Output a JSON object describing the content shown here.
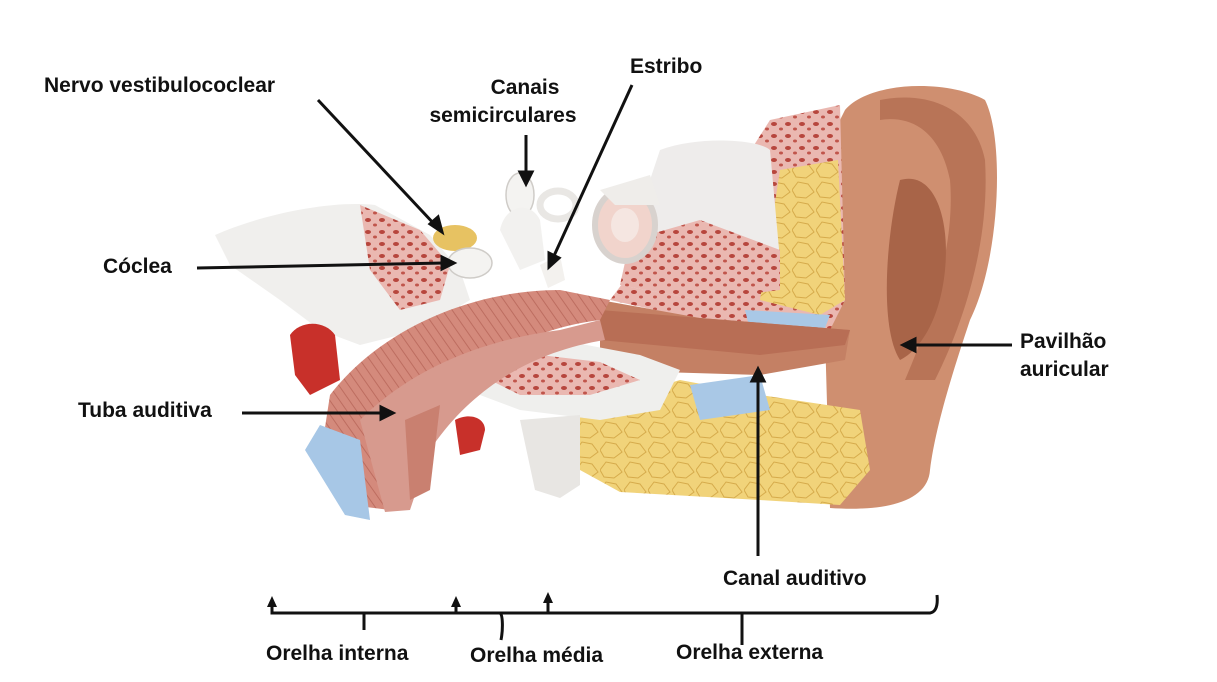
{
  "labels": {
    "nervo": "Nervo vestibulococlear",
    "canais_l1": "Canais",
    "canais_l2": "semicirculares",
    "estribo": "Estribo",
    "coclea": "Cóclea",
    "tuba": "Tuba auditiva",
    "pavilhao_l1": "Pavilhão",
    "pavilhao_l2": "auricular",
    "canal": "Canal auditivo"
  },
  "regions": {
    "interna": "Orelha interna",
    "media": "Orelha média",
    "externa": "Orelha externa"
  },
  "colors": {
    "bone": "#f1f0ee",
    "bone_shadow": "#d9d6d2",
    "spongy": "#e8b3ac",
    "spongy_dots": "#b5453c",
    "muscle": "#d48b7c",
    "muscle_dark": "#b8645a",
    "fat": "#f0d277",
    "fat_line": "#d9b04f",
    "skin": "#d29474",
    "skin_dark": "#b87658",
    "canal": "#c27d63",
    "cartilage": "#9bbfe0",
    "red_vessel": "#c8302a",
    "ink": "#111111"
  }
}
